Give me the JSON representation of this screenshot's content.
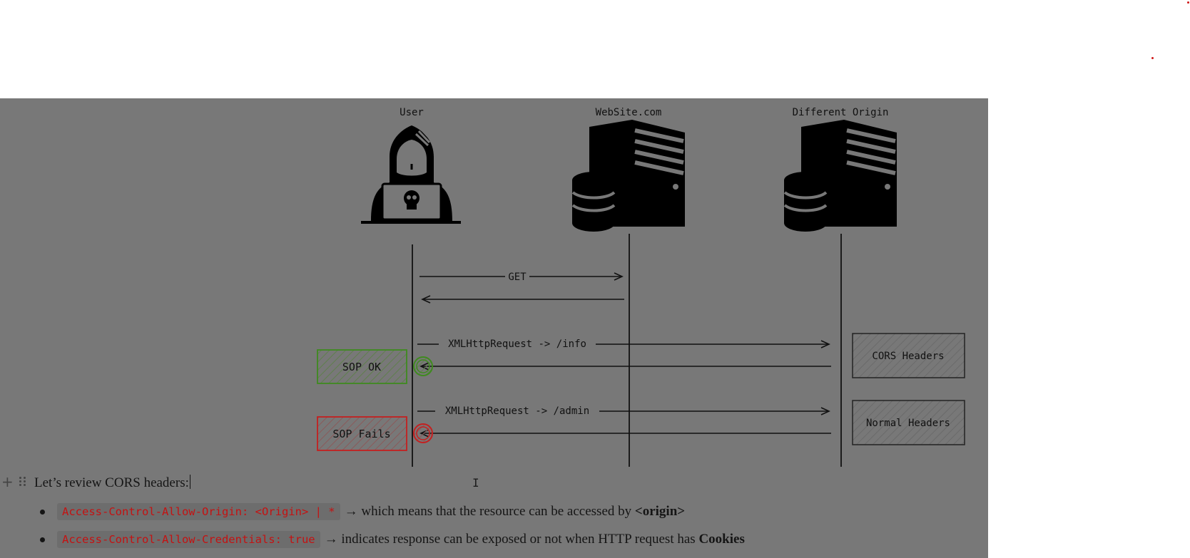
{
  "diagram": {
    "actors": {
      "user": "User",
      "website": "WebSite.com",
      "different_origin": "Different Origin"
    },
    "arrows": {
      "get": "GET",
      "xhr_info": "XMLHttpRequest -> /info",
      "xhr_admin": "XMLHttpRequest -> /admin"
    },
    "boxes": {
      "sop_ok": "SOP OK",
      "sop_fails": "SOP Fails",
      "cors_headers": "CORS Headers",
      "normal_headers": "Normal Headers"
    },
    "colors": {
      "ok_green": "#3f8a1f",
      "fail_red": "#c42020",
      "background": "#787878"
    }
  },
  "document": {
    "heading": "Let’s review CORS headers:",
    "bullets": [
      {
        "code": "Access-Control-Allow-Origin: <Origin> | *",
        "text_before": "→ which means that the resource can be accessed by ",
        "bold": "<origin>",
        "text_after": ""
      },
      {
        "code": "Access-Control-Allow-Credentials: true",
        "text_before": "→ indicates response can be exposed or not when HTTP request has ",
        "bold": "Cookies",
        "text_after": ""
      }
    ]
  }
}
